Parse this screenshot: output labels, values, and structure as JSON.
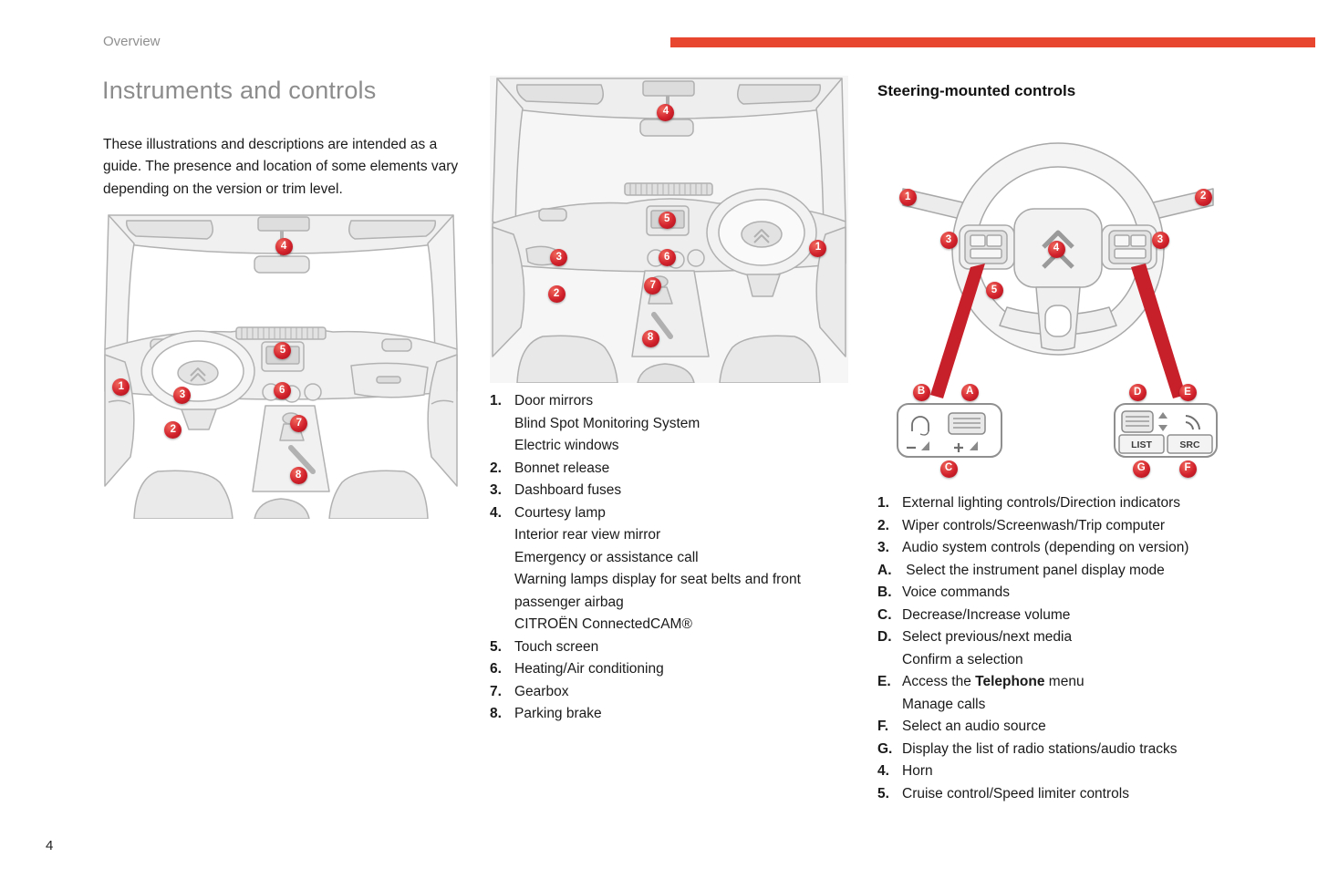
{
  "page": {
    "header_label": "Overview",
    "page_number": "4",
    "accent_bar_color": "#e8462f",
    "marker_color": "#d2222c"
  },
  "left": {
    "title": "Instruments and controls",
    "intro": "These illustrations and descriptions are intended as a guide. The presence and location of some elements vary depending on the version or trim level.",
    "figure_markers": [
      {
        "label": "4",
        "x": 50.8,
        "y": 11.3
      },
      {
        "label": "5",
        "x": 50.5,
        "y": 45.2
      },
      {
        "label": "1",
        "x": 5.1,
        "y": 57.1
      },
      {
        "label": "3",
        "x": 22.3,
        "y": 59.8
      },
      {
        "label": "6",
        "x": 50.3,
        "y": 58.3
      },
      {
        "label": "2",
        "x": 19.7,
        "y": 71.1
      },
      {
        "label": "7",
        "x": 55.1,
        "y": 69.0
      },
      {
        "label": "8",
        "x": 54.9,
        "y": 86.0
      }
    ]
  },
  "middle": {
    "figure_markers": [
      {
        "label": "4",
        "x": 49.1,
        "y": 11.9
      },
      {
        "label": "5",
        "x": 49.4,
        "y": 46.9
      },
      {
        "label": "1",
        "x": 91.6,
        "y": 56.1
      },
      {
        "label": "3",
        "x": 19.3,
        "y": 59.3
      },
      {
        "label": "6",
        "x": 49.4,
        "y": 59.3
      },
      {
        "label": "2",
        "x": 18.6,
        "y": 71.2
      },
      {
        "label": "7",
        "x": 45.5,
        "y": 68.5
      },
      {
        "label": "8",
        "x": 44.8,
        "y": 85.5
      }
    ],
    "items": [
      {
        "label": "1.",
        "lines": [
          "Door mirrors",
          "Blind Spot Monitoring System",
          "Electric windows"
        ]
      },
      {
        "label": "2.",
        "lines": [
          "Bonnet release"
        ]
      },
      {
        "label": "3.",
        "lines": [
          "Dashboard fuses"
        ]
      },
      {
        "label": "4.",
        "lines": [
          "Courtesy lamp",
          "Interior rear view mirror",
          "Emergency or assistance call",
          "Warning lamps display for seat belts and front passenger airbag",
          "CITROËN ConnectedCAM®"
        ]
      },
      {
        "label": "5.",
        "lines": [
          "Touch screen"
        ]
      },
      {
        "label": "6.",
        "lines": [
          "Heating/Air conditioning"
        ]
      },
      {
        "label": "7.",
        "lines": [
          "Gearbox"
        ]
      },
      {
        "label": "8.",
        "lines": [
          "Parking brake"
        ]
      }
    ]
  },
  "right": {
    "heading": "Steering-mounted controls",
    "pad_buttons": {
      "list": "LIST",
      "src": "SRC"
    },
    "figure_markers": [
      {
        "label": "1",
        "x": 8.8,
        "y": 22.4
      },
      {
        "label": "2",
        "x": 89.8,
        "y": 22.2
      },
      {
        "label": "3",
        "x": 20.0,
        "y": 33.9
      },
      {
        "label": "3",
        "x": 78.0,
        "y": 33.9
      },
      {
        "label": "4",
        "x": 49.5,
        "y": 36.1
      },
      {
        "label": "5",
        "x": 32.5,
        "y": 47.3
      },
      {
        "label": "B",
        "x": 12.5,
        "y": 74.4
      },
      {
        "label": "A",
        "x": 25.8,
        "y": 74.4
      },
      {
        "label": "C",
        "x": 20.0,
        "y": 94.9
      },
      {
        "label": "D",
        "x": 71.8,
        "y": 74.6
      },
      {
        "label": "E",
        "x": 85.5,
        "y": 74.6
      },
      {
        "label": "G",
        "x": 72.8,
        "y": 94.9
      },
      {
        "label": "F",
        "x": 85.5,
        "y": 94.9
      }
    ],
    "items": [
      {
        "label": "1.",
        "lines": [
          "External lighting controls/Direction indicators"
        ]
      },
      {
        "label": "2.",
        "lines": [
          "Wiper controls/Screenwash/Trip computer"
        ]
      },
      {
        "label": "3.",
        "lines": [
          "Audio system controls (depending on version)"
        ]
      },
      {
        "label": "A.",
        "lines": [
          " Select the instrument panel display mode"
        ]
      },
      {
        "label": "B.",
        "lines": [
          "Voice commands"
        ]
      },
      {
        "label": "C.",
        "lines": [
          "Decrease/Increase volume"
        ]
      },
      {
        "label": "D.",
        "lines": [
          "Select previous/next media",
          "Confirm a selection"
        ]
      },
      {
        "label": "E.",
        "lines": [
          [
            {
              "t": "Access the "
            },
            {
              "t": "Telephone",
              "bold": true
            },
            {
              "t": " menu"
            }
          ],
          "Manage calls"
        ]
      },
      {
        "label": "F.",
        "lines": [
          "Select an audio source"
        ]
      },
      {
        "label": "G.",
        "lines": [
          "Display the list of radio stations/audio tracks"
        ]
      },
      {
        "label": "4.",
        "lines": [
          "Horn"
        ]
      },
      {
        "label": "5.",
        "lines": [
          "Cruise control/Speed limiter controls"
        ]
      }
    ]
  }
}
